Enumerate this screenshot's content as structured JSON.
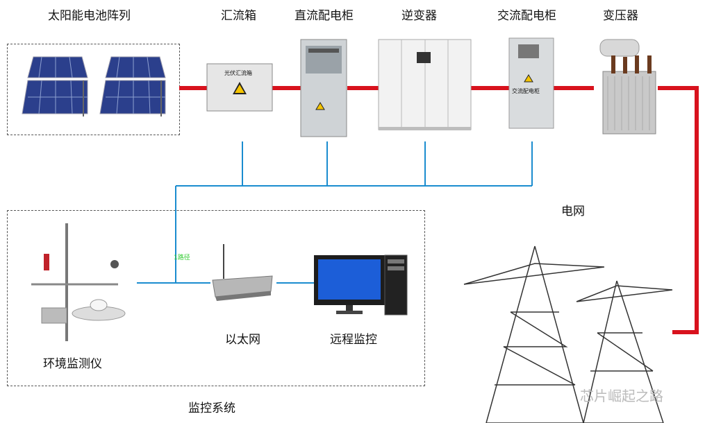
{
  "labels": {
    "solar_array": "太阳能电池阵列",
    "combiner_box": "汇流箱",
    "dc_cabinet": "直流配电柜",
    "inverter": "逆变器",
    "ac_cabinet": "交流配电柜",
    "transformer": "变压器",
    "grid": "电网",
    "env_monitor": "环境监测仪",
    "ethernet": "以太网",
    "remote_monitor": "远程监控",
    "monitor_system": "监控系统",
    "link_label": "1路径"
  },
  "equipment_text": {
    "combiner_plate": "光伏汇流箱",
    "ac_plate": "交流配电柜"
  },
  "watermark": "芯片崛起之路",
  "colors": {
    "power_line": "#d8121d",
    "signal_line": "#1a8ccf",
    "panel_blue": "#2b3f8c"
  }
}
